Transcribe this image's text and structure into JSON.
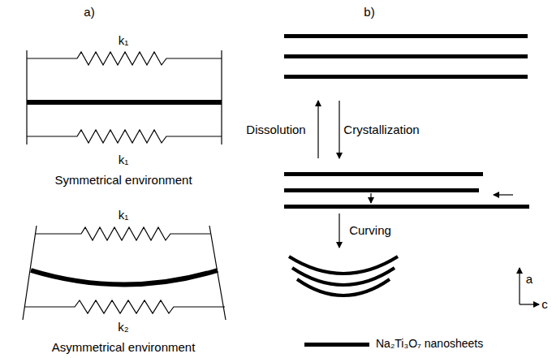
{
  "diagram": {
    "labels": [
      "a)",
      "b)",
      "k₁",
      "k₁",
      "Symmetrical environment",
      "k₁",
      "k₂",
      "Asymmetrical environment",
      "Dissolution",
      "Crystallization",
      "Curving",
      "a",
      "c"
    ],
    "legend": [
      {
        "text": "Na₂Ti₃O₇ nanosheets"
      }
    ]
  }
}
